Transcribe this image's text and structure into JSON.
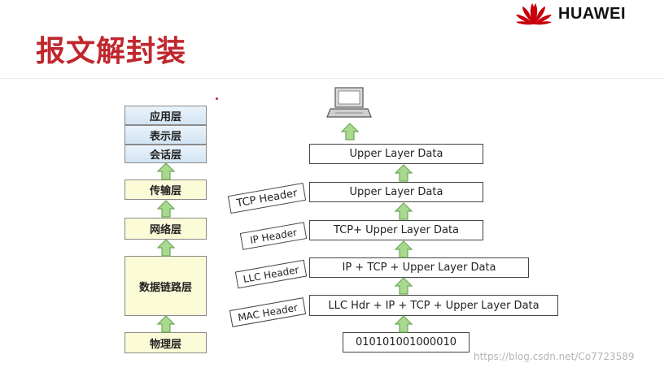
{
  "title": "报文解封装",
  "brand": {
    "name": "HUAWEI",
    "color": "#c7000b"
  },
  "osi_stack": {
    "upper": [
      "应用层",
      "表示层",
      "会话层"
    ],
    "transport": "传输层",
    "network": "网络层",
    "datalink": "数据链路层",
    "physical": "物理层"
  },
  "packets": {
    "top": "Upper Layer Data",
    "transport": "Upper Layer Data",
    "network": "TCP+ Upper Layer Data",
    "llc": "IP + TCP + Upper Layer Data",
    "mac": "LLC Hdr + IP + TCP + Upper Layer Data",
    "bits": "010101001000010"
  },
  "headers": {
    "tcp": "TCP Header",
    "ip": "IP Header",
    "llc": "LLC Header",
    "mac": "MAC Header"
  },
  "watermark": "https://blog.csdn.net/Co7723589",
  "colors": {
    "title_red": "#c0272d",
    "arrow_green_fill": "#a9d98e",
    "arrow_green_stroke": "#6da85a",
    "upper_layer_blue": "#d2e4f3",
    "lower_layer_yellow": "#fbfbd8"
  },
  "icons": [
    "computer-icon",
    "huawei-logo-icon",
    "up-arrow-icon"
  ]
}
